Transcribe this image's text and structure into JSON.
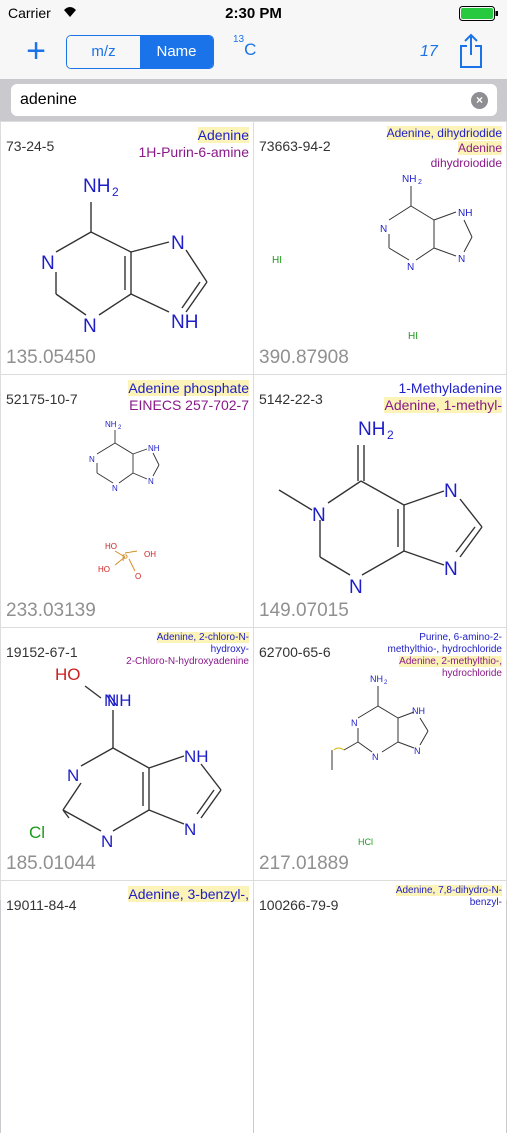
{
  "status": {
    "carrier": "Carrier",
    "time": "2:30 PM"
  },
  "nav": {
    "seg_mz": "m/z",
    "seg_name": "Name",
    "isotope_mass": "13",
    "isotope_symbol": "C",
    "count": "17"
  },
  "search": {
    "value": "adenine"
  },
  "results": [
    {
      "cas": "73-24-5",
      "names": [
        "Adenine",
        "1H-Purin-6-amine"
      ],
      "mass": "135.05450"
    },
    {
      "cas": "73663-94-2",
      "names": [
        "Adenine, dihydriodide",
        "Adenine",
        "dihydroiodide"
      ],
      "mass": "390.87908"
    },
    {
      "cas": "52175-10-7",
      "names": [
        "Adenine phosphate",
        "EINECS 257-702-7"
      ],
      "mass": "233.03139"
    },
    {
      "cas": "5142-22-3",
      "names": [
        "1-Methyladenine",
        "Adenine, 1-methyl-"
      ],
      "mass": "149.07015"
    },
    {
      "cas": "19152-67-1",
      "names": [
        "Adenine, 2-chloro-N-",
        "hydroxy-",
        "2-Chloro-N-hydroxyadenine"
      ],
      "mass": "185.01044"
    },
    {
      "cas": "62700-65-6",
      "names": [
        "Purine, 6-amino-2-",
        "methylthio-, hydrochloride",
        "Adenine, 2-methylthio-,",
        "hydrochloride"
      ],
      "mass": "217.01889"
    },
    {
      "cas": "19011-84-4",
      "names": [
        "Adenine, 3-benzyl-,"
      ],
      "mass": ""
    },
    {
      "cas": "100266-79-9",
      "names": [
        "Adenine, 7,8-dihydro-N-",
        "benzyl-"
      ],
      "mass": ""
    }
  ],
  "labels": {
    "nh2": "NH",
    "nh2_sub": "2",
    "n": "N",
    "nh": "NH",
    "hi": "HI",
    "hcl": "HCl",
    "ho": "HO",
    "oh": "OH",
    "o": "O",
    "p": "P",
    "cl": "Cl"
  },
  "colors": {
    "accent": "#1a73e8",
    "nitrogen": "#1e1ec8",
    "oxygen": "#cc1f1f",
    "halogen": "#1b9a1b",
    "phosphorus": "#d08a1c",
    "highlight": "#fbf3b8"
  }
}
